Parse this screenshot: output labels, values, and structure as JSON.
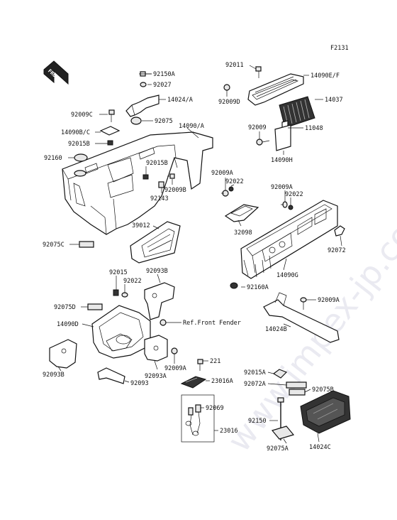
{
  "figure_code": "F2131",
  "front_label": "FRONT",
  "watermark": "www.impex-jp.com",
  "ref_note": "Ref.Front Fender",
  "part_labels": {
    "p92150A": "92150A",
    "p92027": "92027",
    "p14024A": "14024/A",
    "p92075": "92075",
    "p92009C": "92009C",
    "p14090BC": "14090B/C",
    "p92015B": "92015B",
    "p92160": "92160",
    "p14090A": "14090/A",
    "p92015B_2": "92015B",
    "p92009B": "92009B",
    "p92143": "92143",
    "p92011": "92011",
    "p14090EF": "14090E/F",
    "p92009D": "92009D",
    "p14037": "14037",
    "p92009": "92009",
    "p11048": "11048",
    "p14090H": "14090H",
    "p92009A_a": "92009A",
    "p92022_a": "92022",
    "p32098": "32098",
    "p92009A_b": "92009A",
    "p92022_b": "92022",
    "p92072": "92072",
    "p14090G": "14090G",
    "p39012": "39012",
    "p92075C": "92075C",
    "p92015": "92015",
    "p92022_c": "92022",
    "p92093B_a": "92093B",
    "p92075D": "92075D",
    "p14090D": "14090D",
    "p92160A": "92160A",
    "p92009A_c": "92009A",
    "p14024B": "14024B",
    "p92093B_b": "92093B",
    "p92009A_d": "92009A",
    "p92093A": "92093A",
    "p92093": "92093",
    "p221": "221",
    "p23016A": "23016A",
    "p92069": "92069",
    "p23016": "23016",
    "p92015A": "92015A",
    "p92072A": "92072A",
    "p92075B": "92075B",
    "p92150": "92150",
    "p92075A": "92075A",
    "p14024C": "14024C"
  }
}
